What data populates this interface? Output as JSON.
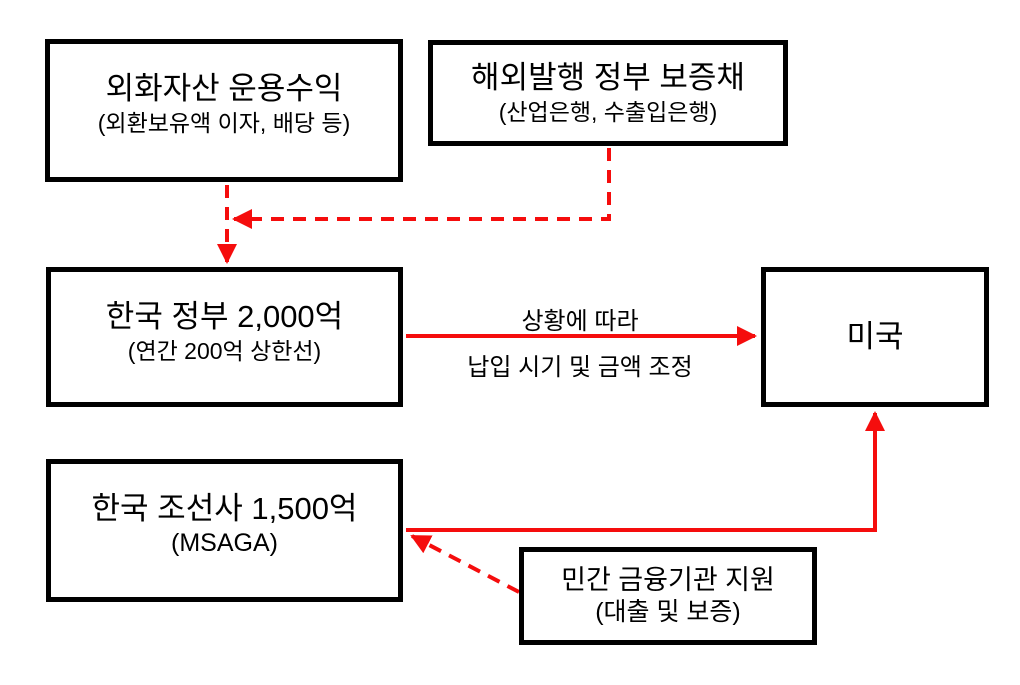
{
  "colors": {
    "arrow_red": "#f50d0d",
    "box_border": "#000000",
    "background": "#ffffff",
    "text": "#000000"
  },
  "nodes": {
    "fx_income": {
      "title": "외화자산 운용수익",
      "subtitle": "(외환보유액 이자, 배당 등)"
    },
    "govt_bond": {
      "title": "해외발행 정부 보증채",
      "subtitle": "(산업은행, 수출입은행)"
    },
    "korea_govt": {
      "title": "한국 정부 2,000억",
      "subtitle": "(연간 200억 상한선)"
    },
    "usa": {
      "title": "미국"
    },
    "shipbuilders": {
      "title": "한국 조선사 1,500억",
      "subtitle": "(MSAGA)"
    },
    "private_finance": {
      "title": "민간 금융기관 지원",
      "subtitle": "(대출 및 보증)"
    }
  },
  "edge_labels": {
    "govt_to_usa_line1": "상황에 따라",
    "govt_to_usa_line2": "납입 시기 및 금액 조정"
  },
  "edges": [
    {
      "from": "fx_income",
      "to": "korea_govt",
      "style": "dashed",
      "label": ""
    },
    {
      "from": "govt_bond",
      "to": "korea_govt",
      "style": "dashed",
      "label": ""
    },
    {
      "from": "korea_govt",
      "to": "usa",
      "style": "solid",
      "label": "상황에 따라 납입 시기 및 금액 조정"
    },
    {
      "from": "shipbuilders",
      "to": "usa",
      "style": "solid",
      "label": ""
    },
    {
      "from": "private_finance",
      "to": "shipbuilders",
      "style": "dashed",
      "label": ""
    }
  ]
}
